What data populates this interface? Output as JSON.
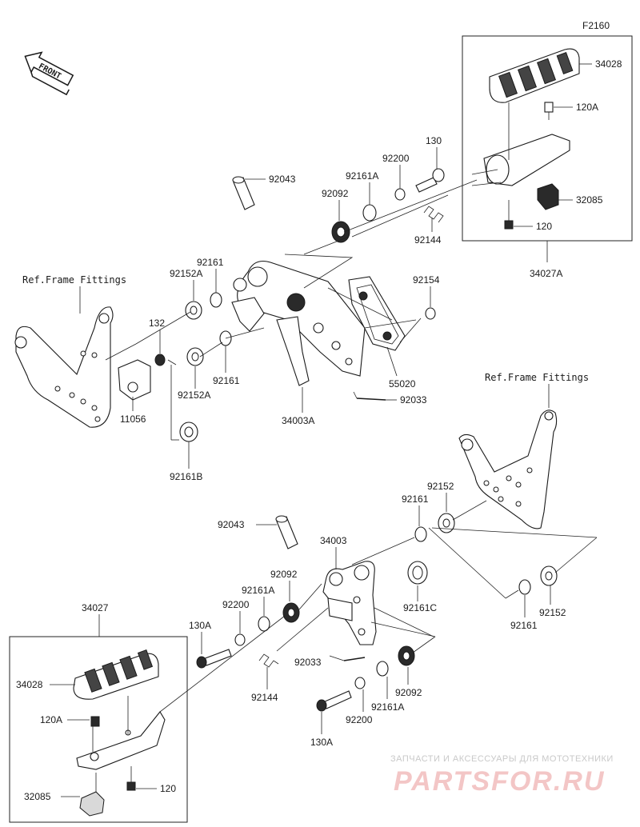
{
  "diagram_code": "F2160",
  "front_label": "FRONT",
  "ref_labels": [
    "Ref.Frame Fittings",
    "Ref.Frame Fittings"
  ],
  "part_labels": [
    "34028",
    "120A",
    "32085",
    "120",
    "34027A",
    "130",
    "92200",
    "92161A",
    "92092",
    "92043",
    "92144",
    "92161",
    "92152A",
    "132",
    "11056",
    "92161B",
    "92161",
    "92152A",
    "92154",
    "55020",
    "92033",
    "34003A",
    "92152",
    "92161",
    "92043",
    "34003",
    "92092",
    "92161A",
    "92200",
    "130A",
    "92161C",
    "92161",
    "92152",
    "92033",
    "92144",
    "92092",
    "92161A",
    "92200",
    "130A",
    "34027",
    "34028",
    "120A",
    "32085",
    "120"
  ],
  "watermark": {
    "top": "ЗАПЧАСТИ И АКСЕССУАРЫ ДЛЯ МОТОТЕХНИКИ",
    "brand": "PARTSFOR.RU"
  }
}
